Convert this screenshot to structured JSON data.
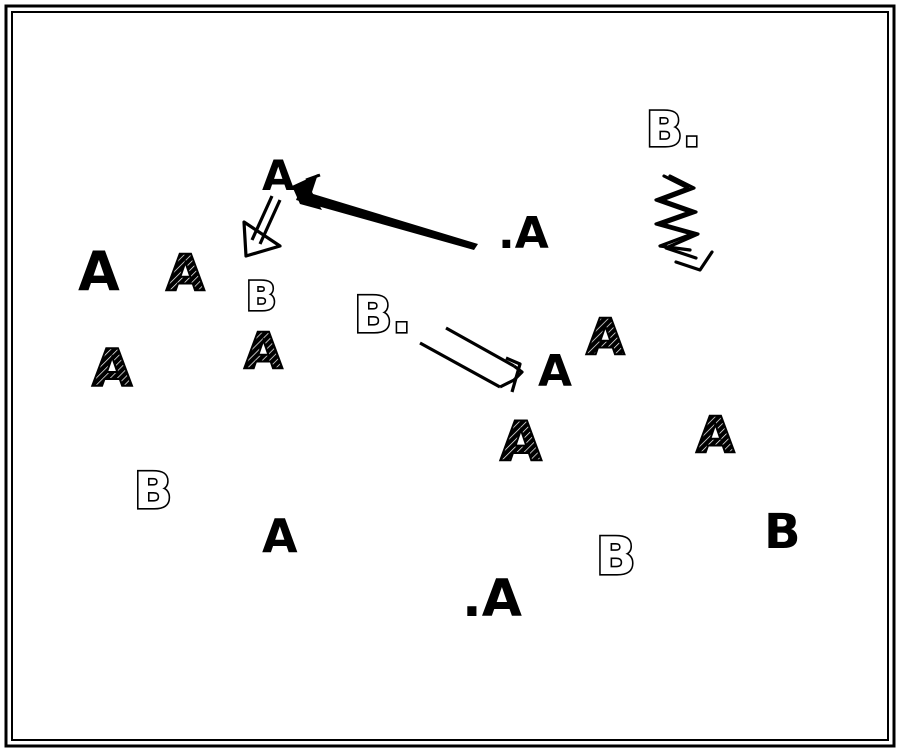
{
  "figure": {
    "colors": {
      "ink": "#000000",
      "paper": "#ffffff"
    },
    "symbols": [
      {
        "id": "a-top",
        "label": "A",
        "style": "plain"
      },
      {
        "id": "b-under-top",
        "label": "B",
        "style": "outline"
      },
      {
        "id": "a-far-left",
        "label": "A",
        "style": "plain"
      },
      {
        "id": "a-hatched-1",
        "label": "A",
        "style": "hatched"
      },
      {
        "id": "a-hatched-2",
        "label": "A",
        "style": "hatched"
      },
      {
        "id": "a-hatched-3",
        "label": "A",
        "style": "hatched"
      },
      {
        "id": "b-left",
        "label": "B",
        "style": "outline"
      },
      {
        "id": "a-lower-left",
        "label": "A",
        "style": "plain"
      },
      {
        "id": "a-dot-center",
        "label": ".A",
        "style": "plain"
      },
      {
        "id": "b-dot-center",
        "label": "B.",
        "style": "outline"
      },
      {
        "id": "a-center-right",
        "label": "A",
        "style": "plain"
      },
      {
        "id": "a-hatched-4",
        "label": "A",
        "style": "hatched"
      },
      {
        "id": "a-hatched-5",
        "label": "A",
        "style": "hatched"
      },
      {
        "id": "a-hatched-6",
        "label": "A",
        "style": "hatched"
      },
      {
        "id": "b-dot-top-right",
        "label": "B.",
        "style": "outline"
      },
      {
        "id": "b-bottom-mid",
        "label": "B",
        "style": "outline"
      },
      {
        "id": "b-bottom-right",
        "label": "B",
        "style": "filled"
      },
      {
        "id": "a-dot-bottom",
        "label": ".A",
        "style": "plain"
      }
    ],
    "arrows": [
      {
        "id": "arrow-dotA-to-topA",
        "from": ".A",
        "to": "A",
        "style": "solid"
      },
      {
        "id": "arrow-topA-to-B",
        "from": "A",
        "to": "B",
        "style": "hollow"
      },
      {
        "id": "arrow-dotB-to-A",
        "from": "B.",
        "to": "A",
        "style": "hollow"
      },
      {
        "id": "squiggle-topright-B",
        "from": "B.",
        "to": "",
        "style": "zigzag"
      }
    ]
  }
}
